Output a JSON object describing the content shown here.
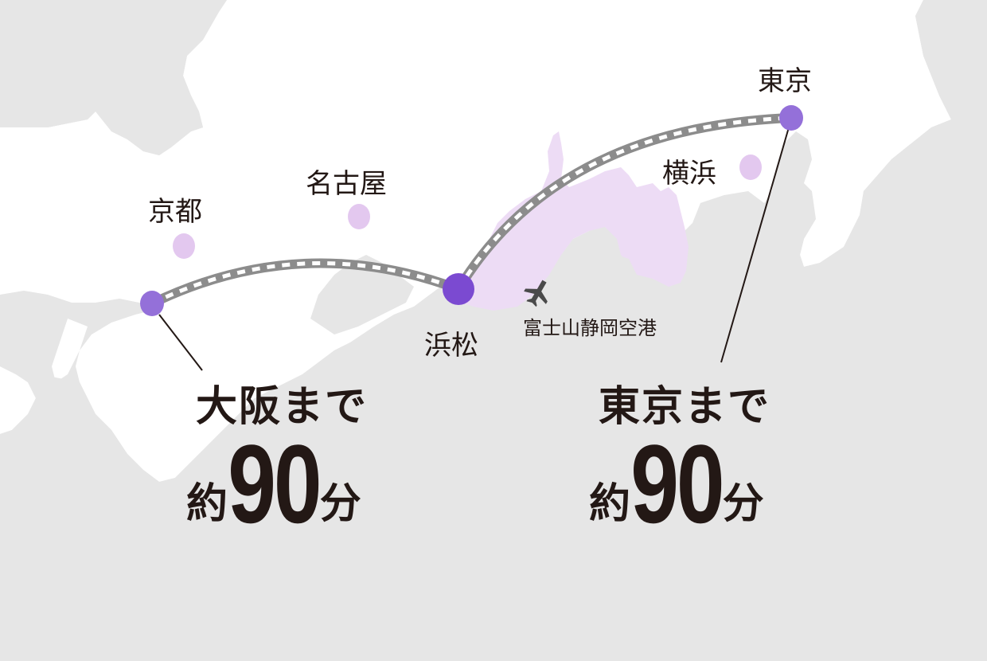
{
  "colors": {
    "sea": "#e6e6e6",
    "land": "#ffffff",
    "shizuoka": "#eddcf5",
    "minor_city_dot": "#e3c8ef",
    "major_city_dot": "#9470d9",
    "hub_dot": "#7b4ad1",
    "rail": "#8c8c8c",
    "rail_dash": "#ffffff",
    "text": "#231815",
    "airport_icon": "#4a4a4a"
  },
  "cities": {
    "tokyo": "東京",
    "yokohama": "横浜",
    "nagoya": "名古屋",
    "kyoto": "京都",
    "hamamatsu": "浜松"
  },
  "airport": {
    "icon": "airplane-icon",
    "label": "富士山静岡空港"
  },
  "callouts": {
    "osaka": {
      "heading": "大阪まで",
      "prefix": "約",
      "minutes": "90",
      "suffix": "分"
    },
    "tokyo": {
      "heading": "東京まで",
      "prefix": "約",
      "minutes": "90",
      "suffix": "分"
    }
  }
}
